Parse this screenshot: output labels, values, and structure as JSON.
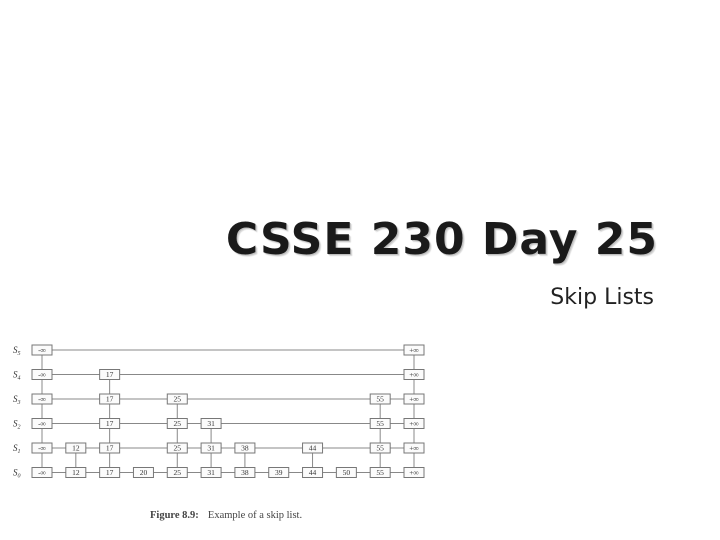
{
  "slide": {
    "title": "CSSE 230 Day 25",
    "subtitle": "Skip Lists"
  },
  "figure": {
    "caption_label": "Figure 8.9:",
    "caption_text": "Example of a skip list.",
    "levels": [
      {
        "name": "S5",
        "keys": [
          "-∞",
          "+∞"
        ]
      },
      {
        "name": "S4",
        "keys": [
          "-∞",
          "17",
          "+∞"
        ]
      },
      {
        "name": "S3",
        "keys": [
          "-∞",
          "17",
          "25",
          "55",
          "+∞"
        ]
      },
      {
        "name": "S2",
        "keys": [
          "-∞",
          "17",
          "25",
          "31",
          "55",
          "+∞"
        ]
      },
      {
        "name": "S1",
        "keys": [
          "-∞",
          "12",
          "17",
          "25",
          "31",
          "38",
          "44",
          "55",
          "+∞"
        ]
      },
      {
        "name": "S0",
        "keys": [
          "-∞",
          "12",
          "17",
          "20",
          "25",
          "31",
          "38",
          "39",
          "44",
          "50",
          "55",
          "+∞"
        ]
      }
    ]
  }
}
